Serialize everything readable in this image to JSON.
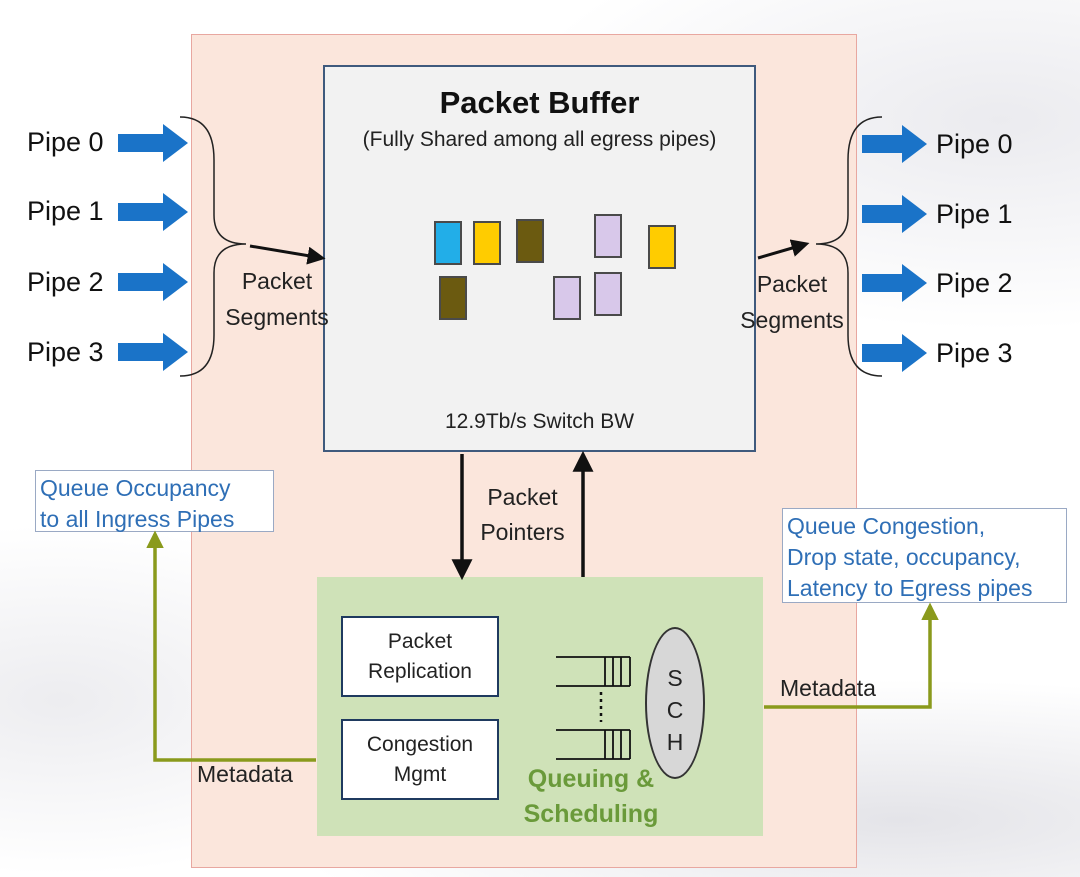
{
  "buffer": {
    "title": "Packet Buffer",
    "subtitle": "(Fully Shared among all egress pipes)",
    "bandwidth": "12.9Tb/s Switch BW",
    "segment_colors": [
      "#22aee8",
      "#ffcc00",
      "#6b5a10",
      "#d8c8ea",
      "#ffcc00",
      "#6b5a10",
      "#d8c8ea",
      "#d8c8ea"
    ]
  },
  "ingress": {
    "pipes": [
      "Pipe 0",
      "Pipe 1",
      "Pipe 2",
      "Pipe 3"
    ],
    "segments_line1": "Packet",
    "segments_line2": "Segments"
  },
  "egress": {
    "pipes": [
      "Pipe 0",
      "Pipe 1",
      "Pipe 2",
      "Pipe 3"
    ],
    "segments_line1": "Packet",
    "segments_line2": "Segments"
  },
  "pointers": {
    "line1": "Packet",
    "line2": "Pointers"
  },
  "queuing": {
    "title_line1": "Queuing &",
    "title_line2": "Scheduling",
    "replication_line1": "Packet",
    "replication_line2": "Replication",
    "congestion_line1": "Congestion",
    "congestion_line2": "Mgmt",
    "sch_letters": [
      "S",
      "C",
      "H"
    ]
  },
  "metadata_left": "Metadata",
  "metadata_right": "Metadata",
  "ingress_note": {
    "line1": "Queue Occupancy",
    "line2": "to all Ingress Pipes"
  },
  "egress_note": {
    "line1": "Queue Congestion,",
    "line2": "Drop state, occupancy,",
    "line3": "Latency to Egress pipes"
  },
  "colors": {
    "pipe_arrow": "#1a73c8",
    "metadata_line": "#8a9a1c",
    "note_text": "#2f6fb6",
    "queuing_title": "#6a9a3a"
  }
}
